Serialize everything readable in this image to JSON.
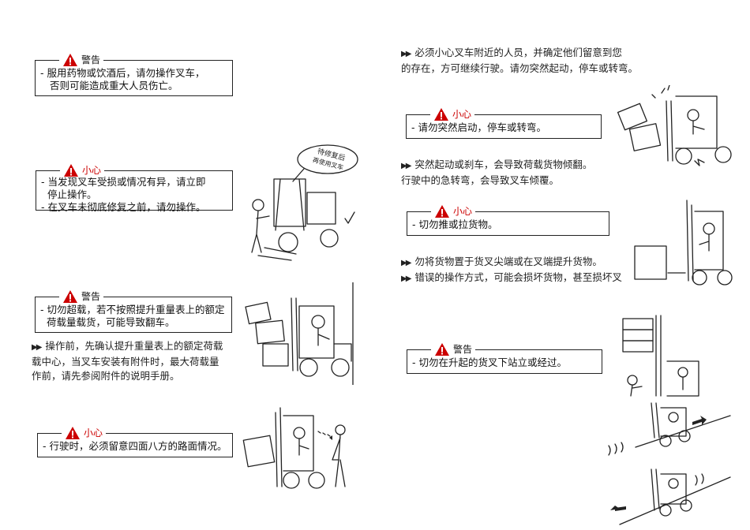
{
  "left_column": {
    "box1": {
      "heading": "警告",
      "lines": [
        "- 服用药物或饮酒后，请勿操作叉车，",
        "  否则可能造成重大人员伤亡。"
      ]
    },
    "box2": {
      "heading": "小心",
      "lines": [
        "- 当发现叉车受损或情况有异，请立即",
        "  停止操作。",
        "- 在叉车未彻底修复之前，请勿操作。"
      ]
    },
    "box3": {
      "heading": "警告",
      "lines": [
        "- 切勿超载，若不按照提升重量表上的额定",
        "  荷载量载货，可能导致翻车。"
      ]
    },
    "para1": [
      "操作前，先确认提升重量表上的额定荷载",
      "载中心，当叉车安装有附件时，最大荷载量",
      "作前，请先参阅附件的说明手册。"
    ],
    "box4": {
      "heading": "小心",
      "lines": [
        "- 行驶时，必须留意四面八方的路面情况。"
      ]
    },
    "sign_text": "待修复后再使用叉车"
  },
  "right_column": {
    "para_top": [
      "必须小心叉车附近的人员，并确定他们留意到您",
      "的存在，方可继续行驶。请勿突然起动，停车或转弯。"
    ],
    "box5": {
      "heading": "小心",
      "lines": [
        "- 请勿突然启动，停车或转弯。"
      ]
    },
    "para_mid": [
      "突然起动或刹车，会导致荷载货物倾翻。",
      "行驶中的急转弯，会导致叉车倾覆。"
    ],
    "box6": {
      "heading": "小心",
      "lines": [
        "- 切勿推或拉货物。"
      ]
    },
    "para_bottom": [
      {
        "text": "勿将货物置于货叉尖端或在叉端提升货物。",
        "arrow": true
      },
      {
        "text": "错误的操作方式，可能会损坏货物，甚至损坏叉",
        "arrow": true
      }
    ],
    "box7": {
      "heading": "警告",
      "lines": [
        "- 切勿在升起的货叉下站立或经过。"
      ]
    }
  },
  "colors": {
    "warning_red": "#cc0000",
    "ink": "#222222"
  },
  "icons": {
    "alert": "warning-triangle-icon",
    "bullet": "double-arrow-icon"
  }
}
